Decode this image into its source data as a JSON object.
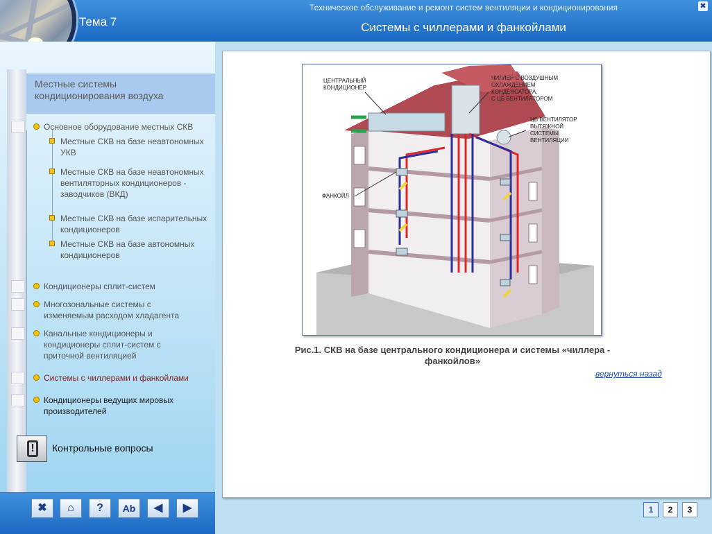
{
  "header": {
    "course_title": "Техническое обслуживание и ремонт систем вентиляции и кондиционирования",
    "page_title": "Системы с чиллерами и фанкойлами",
    "topic_label": "Тема 7",
    "close_glyph": "✖"
  },
  "sidebar": {
    "section_title": "Местные системы кондиционирования воздуха",
    "items": [
      {
        "label": "Основное оборудование местных СКВ",
        "state": "normal",
        "children": [
          "Местные СКВ на базе неавтономных УКВ",
          "Местные СКВ на базе неавтономных вентиляторных кондиционеров - заводчиков (ВКД)",
          "Местные СКВ на базе испарительных кондиционеров",
          "Местные СКВ на базе автономных кондиционеров"
        ]
      },
      {
        "label": "Кондиционеры сплит-систем",
        "state": "normal"
      },
      {
        "label": "Многозональные системы с изменяемым расходом хладагента",
        "state": "normal"
      },
      {
        "label": "Канальные кондиционеры и кондиционеры сплит-систем с приточной вентиляцией",
        "state": "normal"
      },
      {
        "label": "Системы с чиллерами и фанкойлами",
        "state": "active"
      },
      {
        "label": "Кондиционеры ведущих мировых производителей",
        "state": "normal"
      }
    ],
    "quiz_label": "Контрольные вопросы",
    "quiz_glyph": "!"
  },
  "toolbar": {
    "buttons": [
      {
        "name": "exit-button",
        "glyph": "✖"
      },
      {
        "name": "home-button",
        "glyph": "⌂"
      },
      {
        "name": "help-button",
        "glyph": "?"
      },
      {
        "name": "glossary-button",
        "glyph": "Ab"
      },
      {
        "name": "prev-button",
        "glyph": "◀"
      },
      {
        "name": "next-button",
        "glyph": "▶"
      }
    ]
  },
  "figure": {
    "labels": {
      "central_conditioner": "ЦЕНТРАЛЬНЫЙ КОНДИЦИОНЕР",
      "chiller": "ЧИЛЛЕР С ВОЗДУШНЫМ ОХЛАЖДЕНИЕМ КОНДЕНСАТОРА, С ЦБ ВЕНТИЛЯТОРОМ",
      "exhaust_fan": "ЦБ ВЕНТИЛЯТОР ВЫТЯЖНОЙ СИСТЕМЫ ВЕНТИЛЯЦИИ",
      "fancoil": "ФАНКОЙЛ"
    },
    "caption": "Рис.1. СКВ на базе центрального кондиционера и системы «чиллера - фанкойлов»",
    "back_link": "вернуться назад"
  },
  "pagination": {
    "pages": [
      "1",
      "2",
      "3"
    ],
    "current": "1"
  },
  "colors": {
    "header_blue": "#2a78cf",
    "pipe_supply": "#e02626",
    "pipe_return": "#2a2f9a",
    "active_item": "#8a1d22",
    "link": "#1d50b5"
  }
}
